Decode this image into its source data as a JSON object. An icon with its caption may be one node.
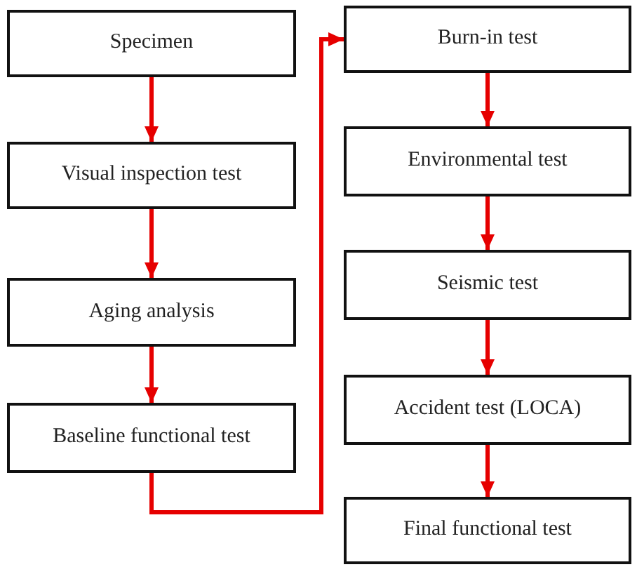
{
  "diagram": {
    "nodes": [
      {
        "text": [
          "Specimen"
        ]
      },
      {
        "text": [
          "Visual inspection test"
        ]
      },
      {
        "text": [
          "Aging analysis"
        ]
      },
      {
        "text": [
          "Baseline functional test"
        ]
      },
      {
        "text": [
          "Burn-in test"
        ]
      },
      {
        "text": [
          "Environmental test"
        ]
      },
      {
        "text": [
          "Seismic test"
        ]
      },
      {
        "text": [
          "Accident test (LOCA)"
        ]
      },
      {
        "text": [
          "Final functional test"
        ]
      }
    ],
    "edges": [
      {
        "from": 0,
        "to": 1,
        "arrow": "to"
      },
      {
        "from": 1,
        "to": 2,
        "arrow": "to"
      },
      {
        "from": 2,
        "to": 3,
        "arrow": "to"
      },
      {
        "from": 3,
        "to": 4,
        "arrow": "to"
      },
      {
        "from": 4,
        "to": 5,
        "arrow": "to"
      },
      {
        "from": 5,
        "to": 6,
        "arrow": "to"
      },
      {
        "from": 6,
        "to": 7,
        "arrow": "to"
      },
      {
        "from": 7,
        "to": 8,
        "arrow": "to"
      }
    ]
  }
}
